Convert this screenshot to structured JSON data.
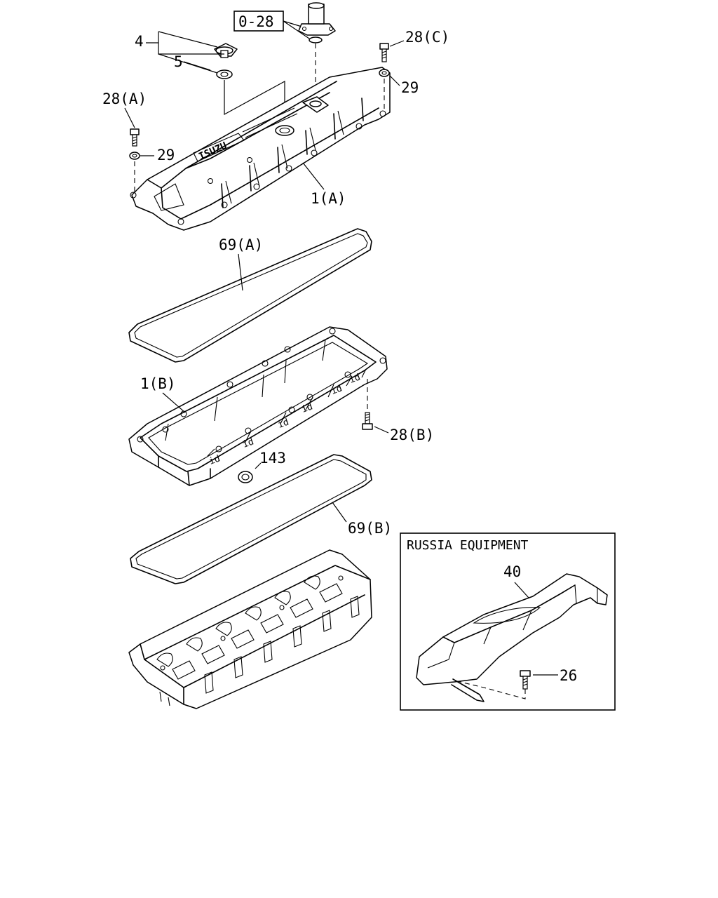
{
  "diagram": {
    "reference_box": "0-28",
    "callouts": {
      "c4": "4",
      "c5": "5",
      "c28a": "28(A)",
      "c28b": "28(B)",
      "c28c": "28(C)",
      "c29_left": "29",
      "c29_right": "29",
      "c1a": "1(A)",
      "c1b": "1(B)",
      "c69a": "69(A)",
      "c69b": "69(B)",
      "c143": "143",
      "c40": "40",
      "c26": "26"
    },
    "cover_logo": "ISUZU",
    "inset": {
      "title": "RUSSIA EQUIPMENT"
    }
  }
}
